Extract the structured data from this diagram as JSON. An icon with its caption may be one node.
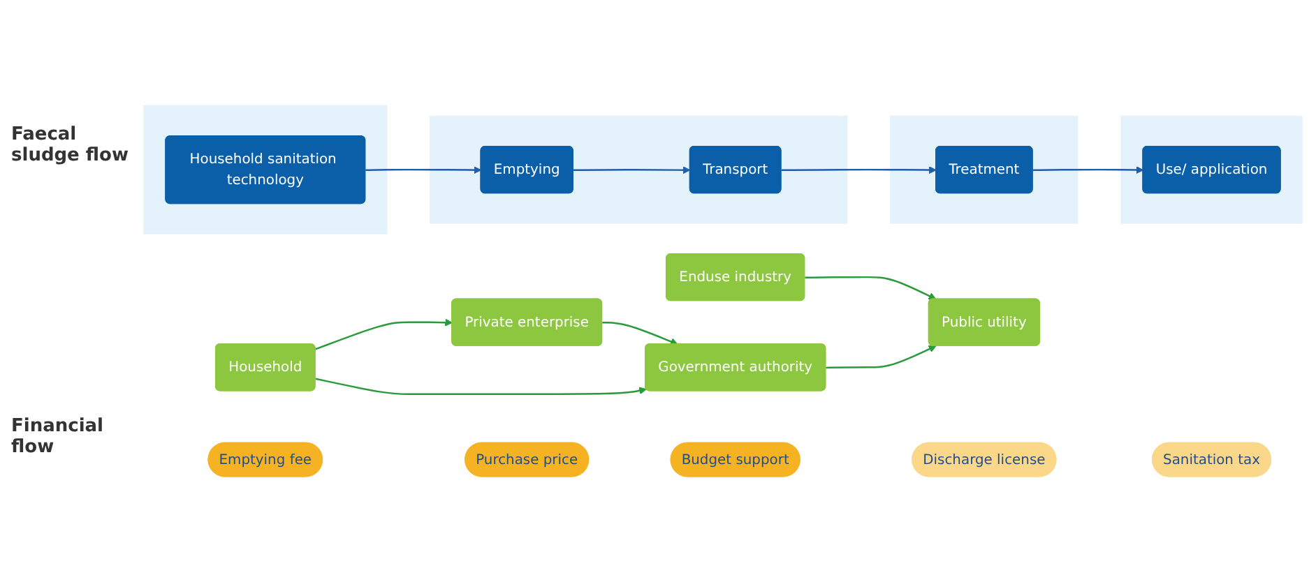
{
  "diagram": {
    "nodes": [
      {
        "text": [],
        "shape": "box"
      },
      {
        "text": [
          "Household sanitation technology"
        ],
        "in": 0
      },
      {
        "text": [],
        "shape": "box"
      },
      {
        "text": [
          "Emptying"
        ],
        "in": 2
      },
      {
        "text": [
          "Transport"
        ],
        "in": 2
      },
      {
        "text": [],
        "shape": "box"
      },
      {
        "text": [
          "Treatment"
        ],
        "in": 5
      },
      {
        "text": [],
        "shape": "box"
      },
      {
        "text": [
          "Use/ application"
        ],
        "in": 7
      },
      {
        "text": [
          "Household"
        ]
      },
      {
        "text": [
          "Private enterprise"
        ]
      },
      {
        "text": [
          "Public utility"
        ]
      },
      {
        "text": [
          "Enduse industry"
        ]
      },
      {
        "text": [
          "Emptying fee"
        ]
      },
      {
        "text": [
          "Purchase price"
        ]
      },
      {
        "text": [
          "Budget support"
        ]
      },
      {
        "text": [
          "Discharge license"
        ]
      },
      {
        "text": [
          "Government authority"
        ]
      },
      {
        "text": [
          "Sanitation tax"
        ]
      }
    ],
    "edges": [
      {
        "from": 1,
        "to": 3,
        "arrow": "to",
        "color": "#1f5fa8"
      },
      {
        "from": 3,
        "to": 4,
        "arrow": "to",
        "color": "#1f5fa8"
      },
      {
        "from": 4,
        "to": 6,
        "arrow": "to",
        "color": "#1f5fa8"
      },
      {
        "from": 6,
        "to": 8,
        "arrow": "to",
        "color": "#1f5fa8"
      },
      {
        "from": 9,
        "to": 10,
        "arrow": "to"
      },
      {
        "from": 12,
        "to": 11,
        "arrow": "to"
      },
      {
        "from": 17,
        "to": 11,
        "arrow": "to"
      },
      {
        "from": 10,
        "to": 17,
        "arrow": "to"
      },
      {
        "from": 9,
        "to": 17,
        "arrow": "to"
      }
    ],
    "labels": [
      "Faecal sludge flow",
      "Financial flow"
    ]
  }
}
